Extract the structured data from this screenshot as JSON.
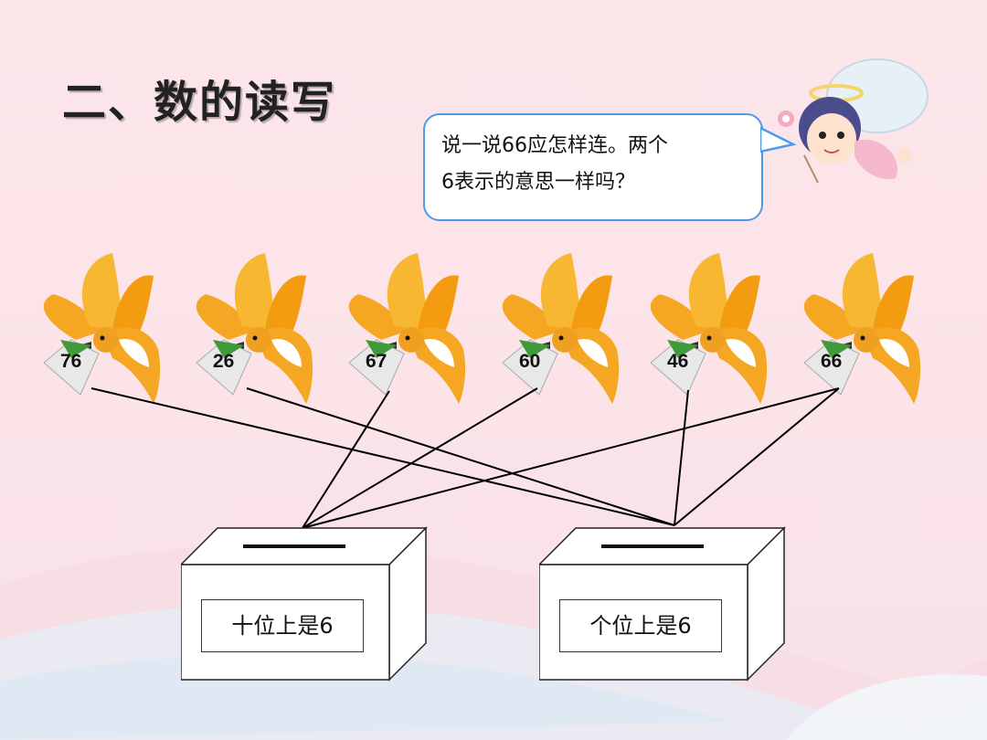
{
  "slide": {
    "title": "二、数的读写",
    "bubble": {
      "line1": "说一说66应怎样连。两个",
      "line2": "6表示的意思一样吗？"
    },
    "birds": [
      {
        "number": "76"
      },
      {
        "number": "26"
      },
      {
        "number": "67"
      },
      {
        "number": "60"
      },
      {
        "number": "46"
      },
      {
        "number": "66"
      }
    ],
    "boxes": [
      {
        "label": "十位上是6"
      },
      {
        "label": "个位上是6"
      }
    ],
    "connections": [
      {
        "bird": "76",
        "box": "个位上是6"
      },
      {
        "bird": "26",
        "box": "个位上是6"
      },
      {
        "bird": "67",
        "box": "十位上是6"
      },
      {
        "bird": "60",
        "box": "十位上是6"
      },
      {
        "bird": "46",
        "box": "个位上是6"
      },
      {
        "bird": "66",
        "box": "十位上是6"
      },
      {
        "bird": "66",
        "box": "个位上是6"
      }
    ],
    "colors": {
      "background": "#fbe3e8",
      "bubble_border": "#4b9be8",
      "bird_orange": "#f5a623",
      "envelope_green": "#3f9b3a"
    }
  }
}
